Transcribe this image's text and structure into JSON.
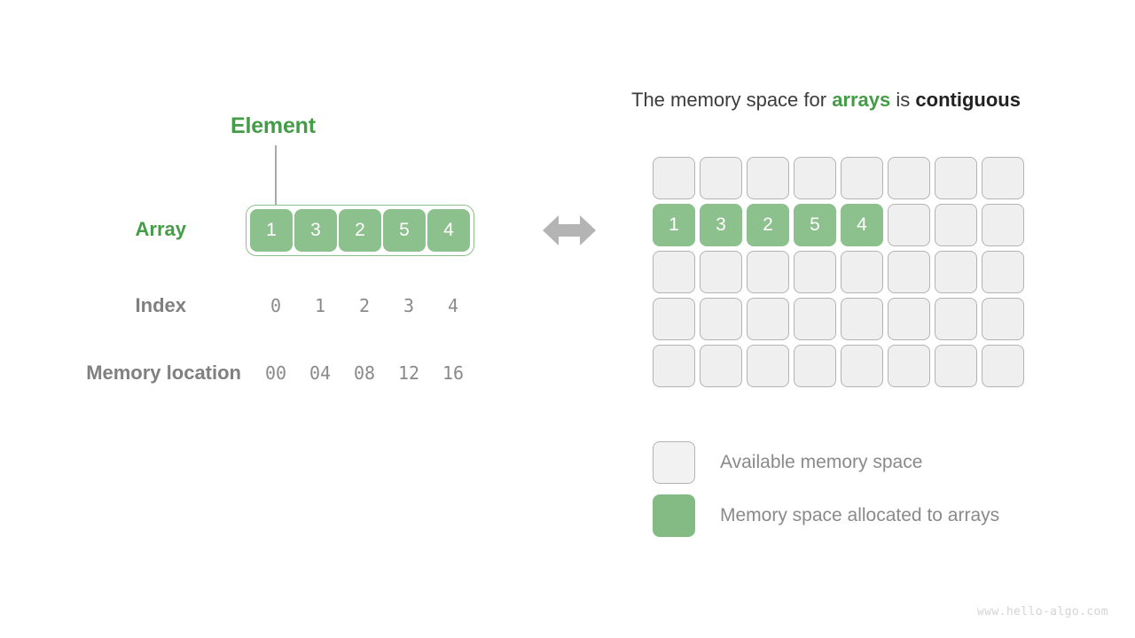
{
  "colors": {
    "green_dark": "#459c47",
    "green_cell": "#8cc08c",
    "grey_label": "#808080",
    "grey_value": "#8a8a8a",
    "cell_free_bg": "#efefef",
    "cell_free_border": "#b3b3b3",
    "arrow": "#b4b4b4",
    "watermark": "#d4d4d4"
  },
  "left": {
    "element_label": "Element",
    "array_label": "Array",
    "index_label": "Index",
    "memory_label": "Memory location",
    "array_values": [
      "1",
      "3",
      "2",
      "5",
      "4"
    ],
    "index_values": [
      "0",
      "1",
      "2",
      "3",
      "4"
    ],
    "memory_values": [
      "00",
      "04",
      "08",
      "12",
      "16"
    ],
    "arrow_icon": "double-headed-arrow-icon"
  },
  "right": {
    "headline": {
      "part1": "The memory space for ",
      "highlight": "arrays",
      "part2": " is ",
      "strong": "contiguous"
    },
    "grid": {
      "columns": 8,
      "rows": 5,
      "cells": [
        [
          "",
          "",
          "",
          "",
          "",
          "",
          "",
          ""
        ],
        [
          "1",
          "3",
          "2",
          "5",
          "4",
          "",
          "",
          ""
        ],
        [
          "",
          "",
          "",
          "",
          "",
          "",
          "",
          ""
        ],
        [
          "",
          "",
          "",
          "",
          "",
          "",
          "",
          ""
        ],
        [
          "",
          "",
          "",
          "",
          "",
          "",
          "",
          ""
        ]
      ]
    },
    "legend": [
      {
        "state": "free",
        "label": "Available memory space"
      },
      {
        "state": "used",
        "label": "Memory space allocated to arrays"
      }
    ]
  },
  "footer": {
    "watermark": "www.hello-algo.com"
  }
}
